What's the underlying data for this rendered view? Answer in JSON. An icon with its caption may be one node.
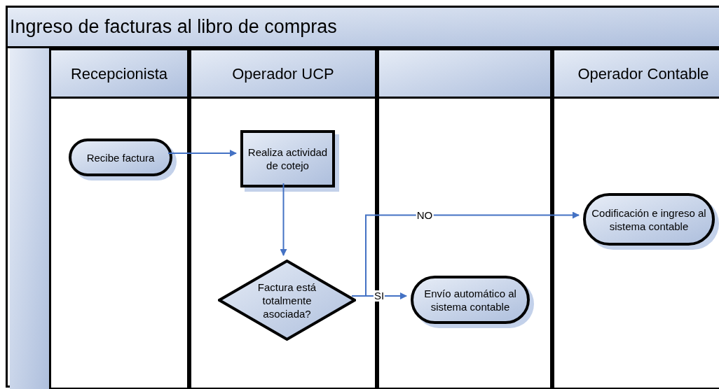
{
  "diagram": {
    "nodes": [
      {
        "text": [
          "Ingreso de facturas al libro de compras"
        ]
      },
      {
        "text": [],
        "shape": "bar",
        "in": 0
      },
      {
        "text": [
          "Recepcionista"
        ],
        "in": 0
      },
      {
        "text": [
          "Operador UCP"
        ],
        "in": 0
      },
      {
        "text": [],
        "shape": "box",
        "in": 0
      },
      {
        "text": [
          "Operador Contable"
        ],
        "in": 0
      },
      {
        "text": [],
        "shape": "box",
        "in": 0
      },
      {
        "text": [],
        "shape": "box",
        "in": 0
      },
      {
        "text": [],
        "shape": "box",
        "in": 0
      },
      {
        "text": [],
        "shape": "box",
        "in": 0
      },
      {
        "text": [
          "Recibe factura"
        ],
        "in": 6
      },
      {
        "text": [
          "Realiza actividad de cotejo"
        ],
        "in": 7
      },
      {
        "text": [
          "Factura está totalmente asociada?"
        ],
        "in": 7
      },
      {
        "text": [
          "Envío automático al sistema contable"
        ],
        "in": 8
      },
      {
        "text": [
          "Codificación e ingreso al sistema contable"
        ],
        "in": 9
      }
    ],
    "edges": [
      {
        "from": 10,
        "to": 11,
        "arrow": "to"
      },
      {
        "from": 11,
        "to": 12,
        "arrow": "to"
      },
      {
        "from": 12,
        "to": 14,
        "arrow": "to",
        "label": "NO"
      },
      {
        "from": 12,
        "to": 13,
        "arrow": "to",
        "label": "SI"
      }
    ]
  }
}
